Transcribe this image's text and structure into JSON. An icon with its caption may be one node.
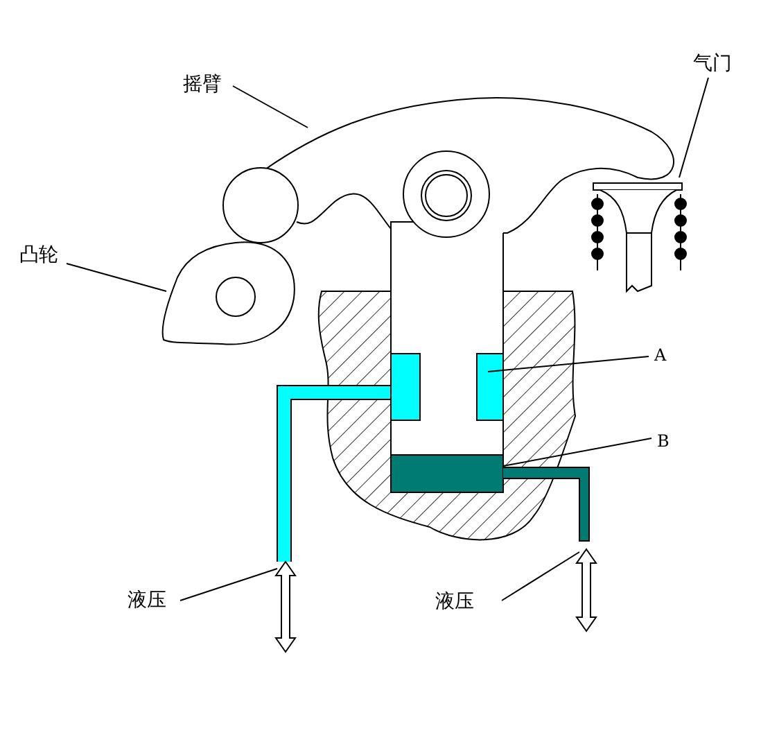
{
  "diagram": {
    "nodes": [
      {
        "text": [
          "摇臂"
        ]
      },
      {
        "text": [
          "气门"
        ]
      },
      {
        "text": [
          "凸轮"
        ]
      },
      {
        "text": [
          "A"
        ]
      },
      {
        "text": [
          "B"
        ]
      },
      {
        "text": [
          "液压"
        ]
      },
      {
        "text": [
          "液压"
        ]
      }
    ],
    "edges": [
      {
        "from": 0,
        "to": null,
        "arrow": "none"
      },
      {
        "from": 1,
        "to": null,
        "arrow": "none"
      },
      {
        "from": 2,
        "to": null,
        "arrow": "none"
      },
      {
        "from": 3,
        "to": null,
        "arrow": "none"
      },
      {
        "from": 4,
        "to": null,
        "arrow": "none"
      },
      {
        "from": 5,
        "to": null,
        "arrow": "none"
      },
      {
        "from": 6,
        "to": null,
        "arrow": "none"
      }
    ]
  }
}
